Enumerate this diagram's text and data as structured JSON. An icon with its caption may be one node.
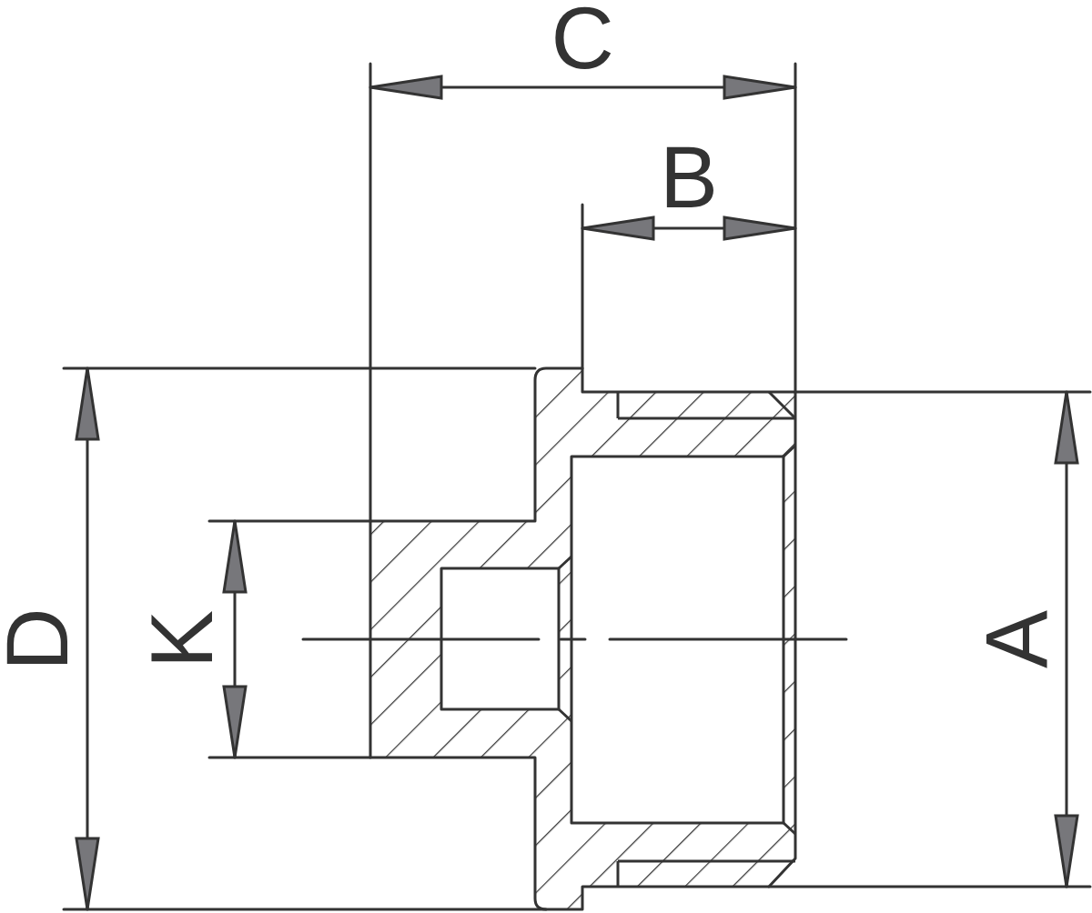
{
  "diagram": {
    "labels": [
      "C",
      "B",
      "D",
      "K",
      "A"
    ]
  }
}
